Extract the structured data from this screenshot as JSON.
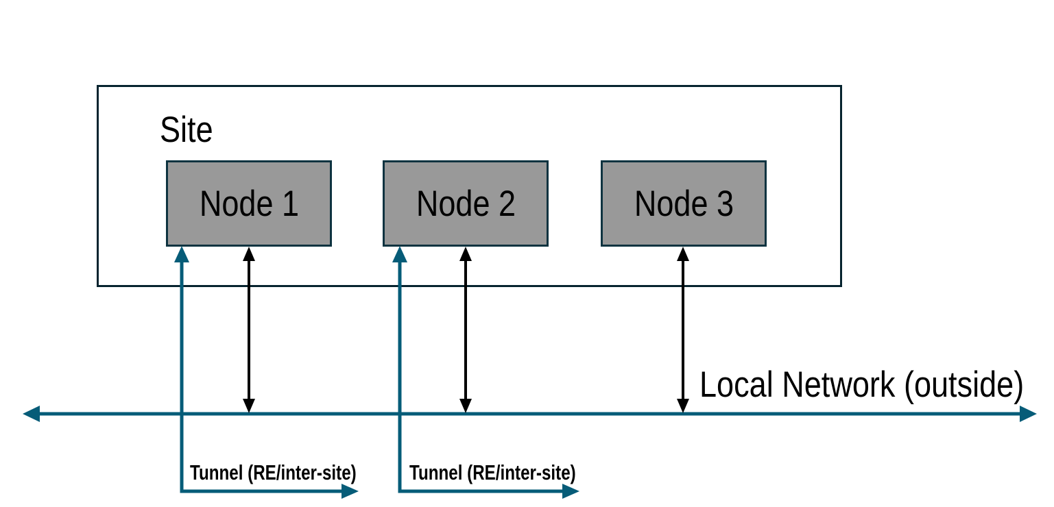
{
  "diagram": {
    "site": {
      "label": "Site",
      "nodes": [
        {
          "label": "Node 1"
        },
        {
          "label": "Node 2"
        },
        {
          "label": "Node 3"
        }
      ]
    },
    "network": {
      "label": "Local Network (outside)"
    },
    "tunnels": [
      {
        "label": "Tunnel (RE/inter-site)"
      },
      {
        "label": "Tunnel (RE/inter-site)"
      }
    ],
    "icons": {
      "network_bus": "double-headed-horizontal-arrow",
      "node_link": "double-headed-vertical-arrow",
      "tunnel": "elbow-arrow-down-right"
    },
    "colors": {
      "teal": "#065C78",
      "site_border": "#07242F",
      "node_border": "#0E3340",
      "node_fill": "#999999",
      "text": "#000000"
    }
  }
}
